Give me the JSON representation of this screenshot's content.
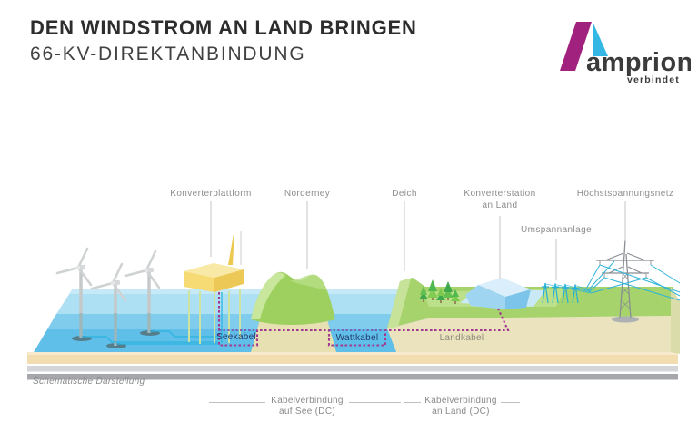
{
  "header": {
    "title": "DEN WINDSTROM AN LAND BRINGEN",
    "subtitle": "66-KV-DIREKTANBINDUNG"
  },
  "logo": {
    "brand": "amprion",
    "tagline": "verbindet"
  },
  "diagram": {
    "konverterplattform": "Konverterplattform",
    "norderney": "Norderney",
    "deich": "Deich",
    "konverterstation_1": "Konverterstation",
    "konverterstation_2": "an Land",
    "umspannanlage": "Umspannanlage",
    "hoechstspannungsnetz": "Höchstspannungsnetz",
    "seekabel": "Seekabel",
    "wattkabel": "Wattkabel",
    "landkabel": "Landkabel"
  },
  "footer": {
    "note": "Schematische Darstellung",
    "sea_bracket_1": "Kabelverbindung",
    "sea_bracket_2": "auf See (DC)",
    "land_bracket_1": "Kabelverbindung",
    "land_bracket_2": "an Land (DC)"
  },
  "colors": {
    "brand_magenta": "#a1217f",
    "brand_cyan": "#35b7e5",
    "dc_cable_dotted": "#a23890",
    "ac_cable_cyan": "#2ab4e0",
    "water_blue": "#7fccec",
    "land_green": "#a6d36b",
    "platform_yellow": "#f6db74",
    "station_blue": "#9ed6f2",
    "cable_label_navy": "#23386b"
  }
}
